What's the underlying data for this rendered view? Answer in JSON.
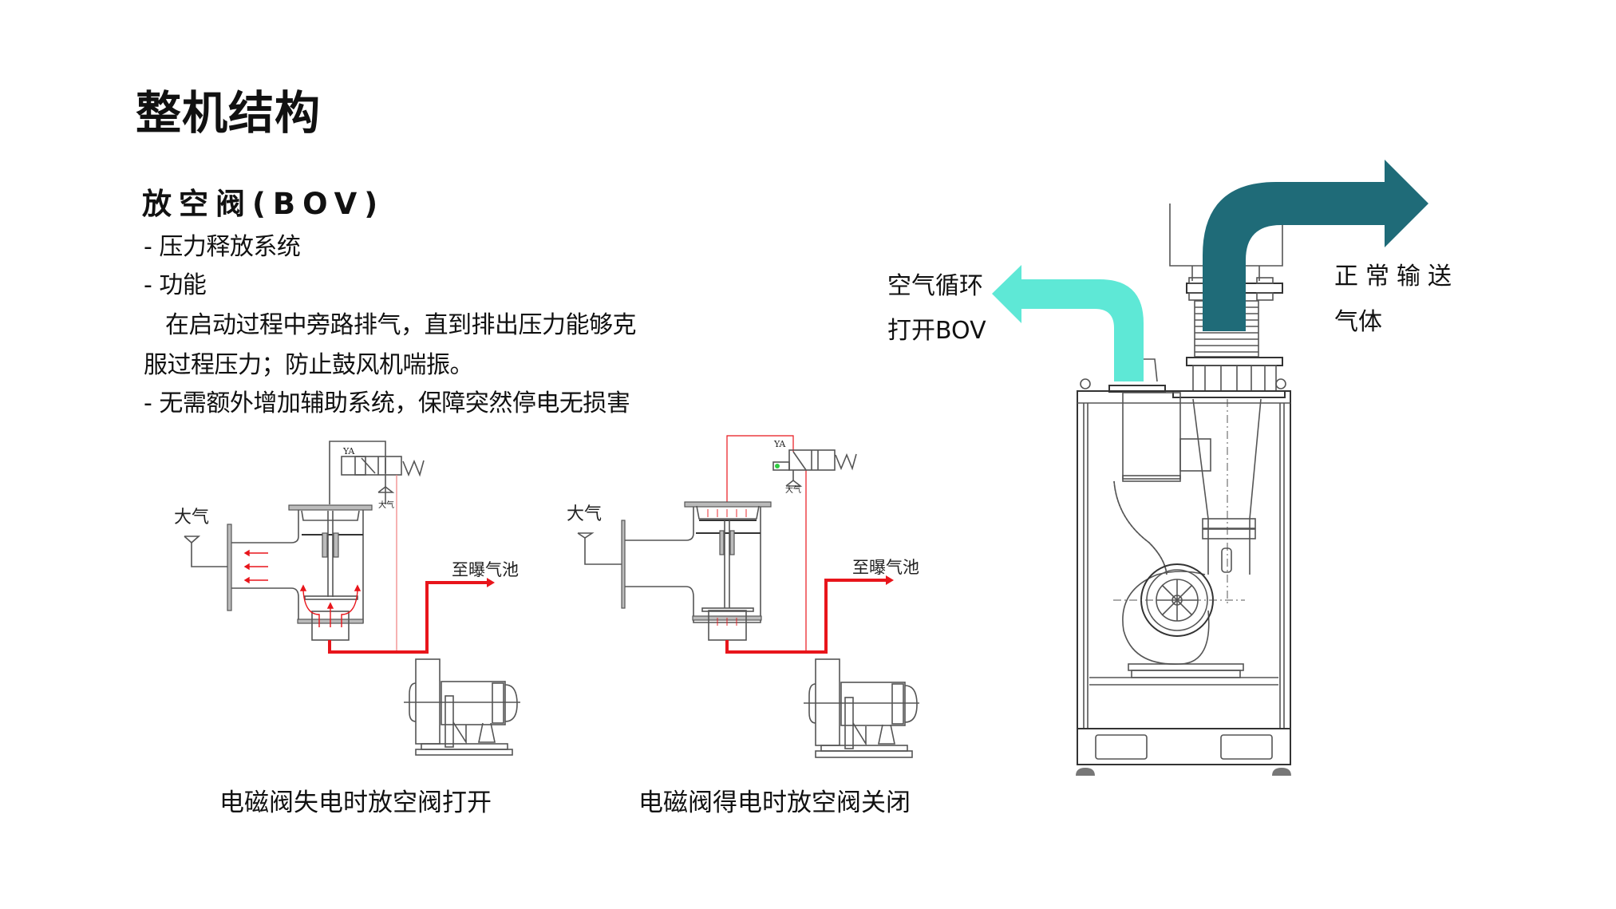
{
  "page": {
    "title": "整机结构",
    "section_heading": "放空阀(BOV)"
  },
  "body_text": {
    "lines": [
      "- 压力释放系统",
      "- 功能",
      "在启动过程中旁路排气，直到排出压力能够克",
      "服过程压力；防止鼓风机喘振。",
      "- 无需额外增加辅助系统，保障突然停电无损害"
    ]
  },
  "diagrams": [
    {
      "id": "valve-open",
      "atmosphere_label": "大气",
      "solenoid_label": "YA",
      "exhaust_label": "大气",
      "outlet_label": "至曝气池",
      "caption": "电磁阀失电时放空阀打开",
      "solenoid_energized": false
    },
    {
      "id": "valve-closed",
      "atmosphere_label": "大气",
      "solenoid_label": "YA",
      "exhaust_label": "大气",
      "outlet_label": "至曝气池",
      "caption": "电磁阀得电时放空阀关闭",
      "solenoid_energized": true
    }
  ],
  "machine": {
    "bov_flow_label": [
      "空气循环",
      "打开BOV"
    ],
    "normal_flow_label": [
      "正常输送",
      "气体"
    ],
    "colors": {
      "bov_arrow": "#5ee8d6",
      "normal_arrow": "#1f6b78",
      "flow_line": "#e8151b",
      "indicator": "#2ecc40"
    }
  }
}
